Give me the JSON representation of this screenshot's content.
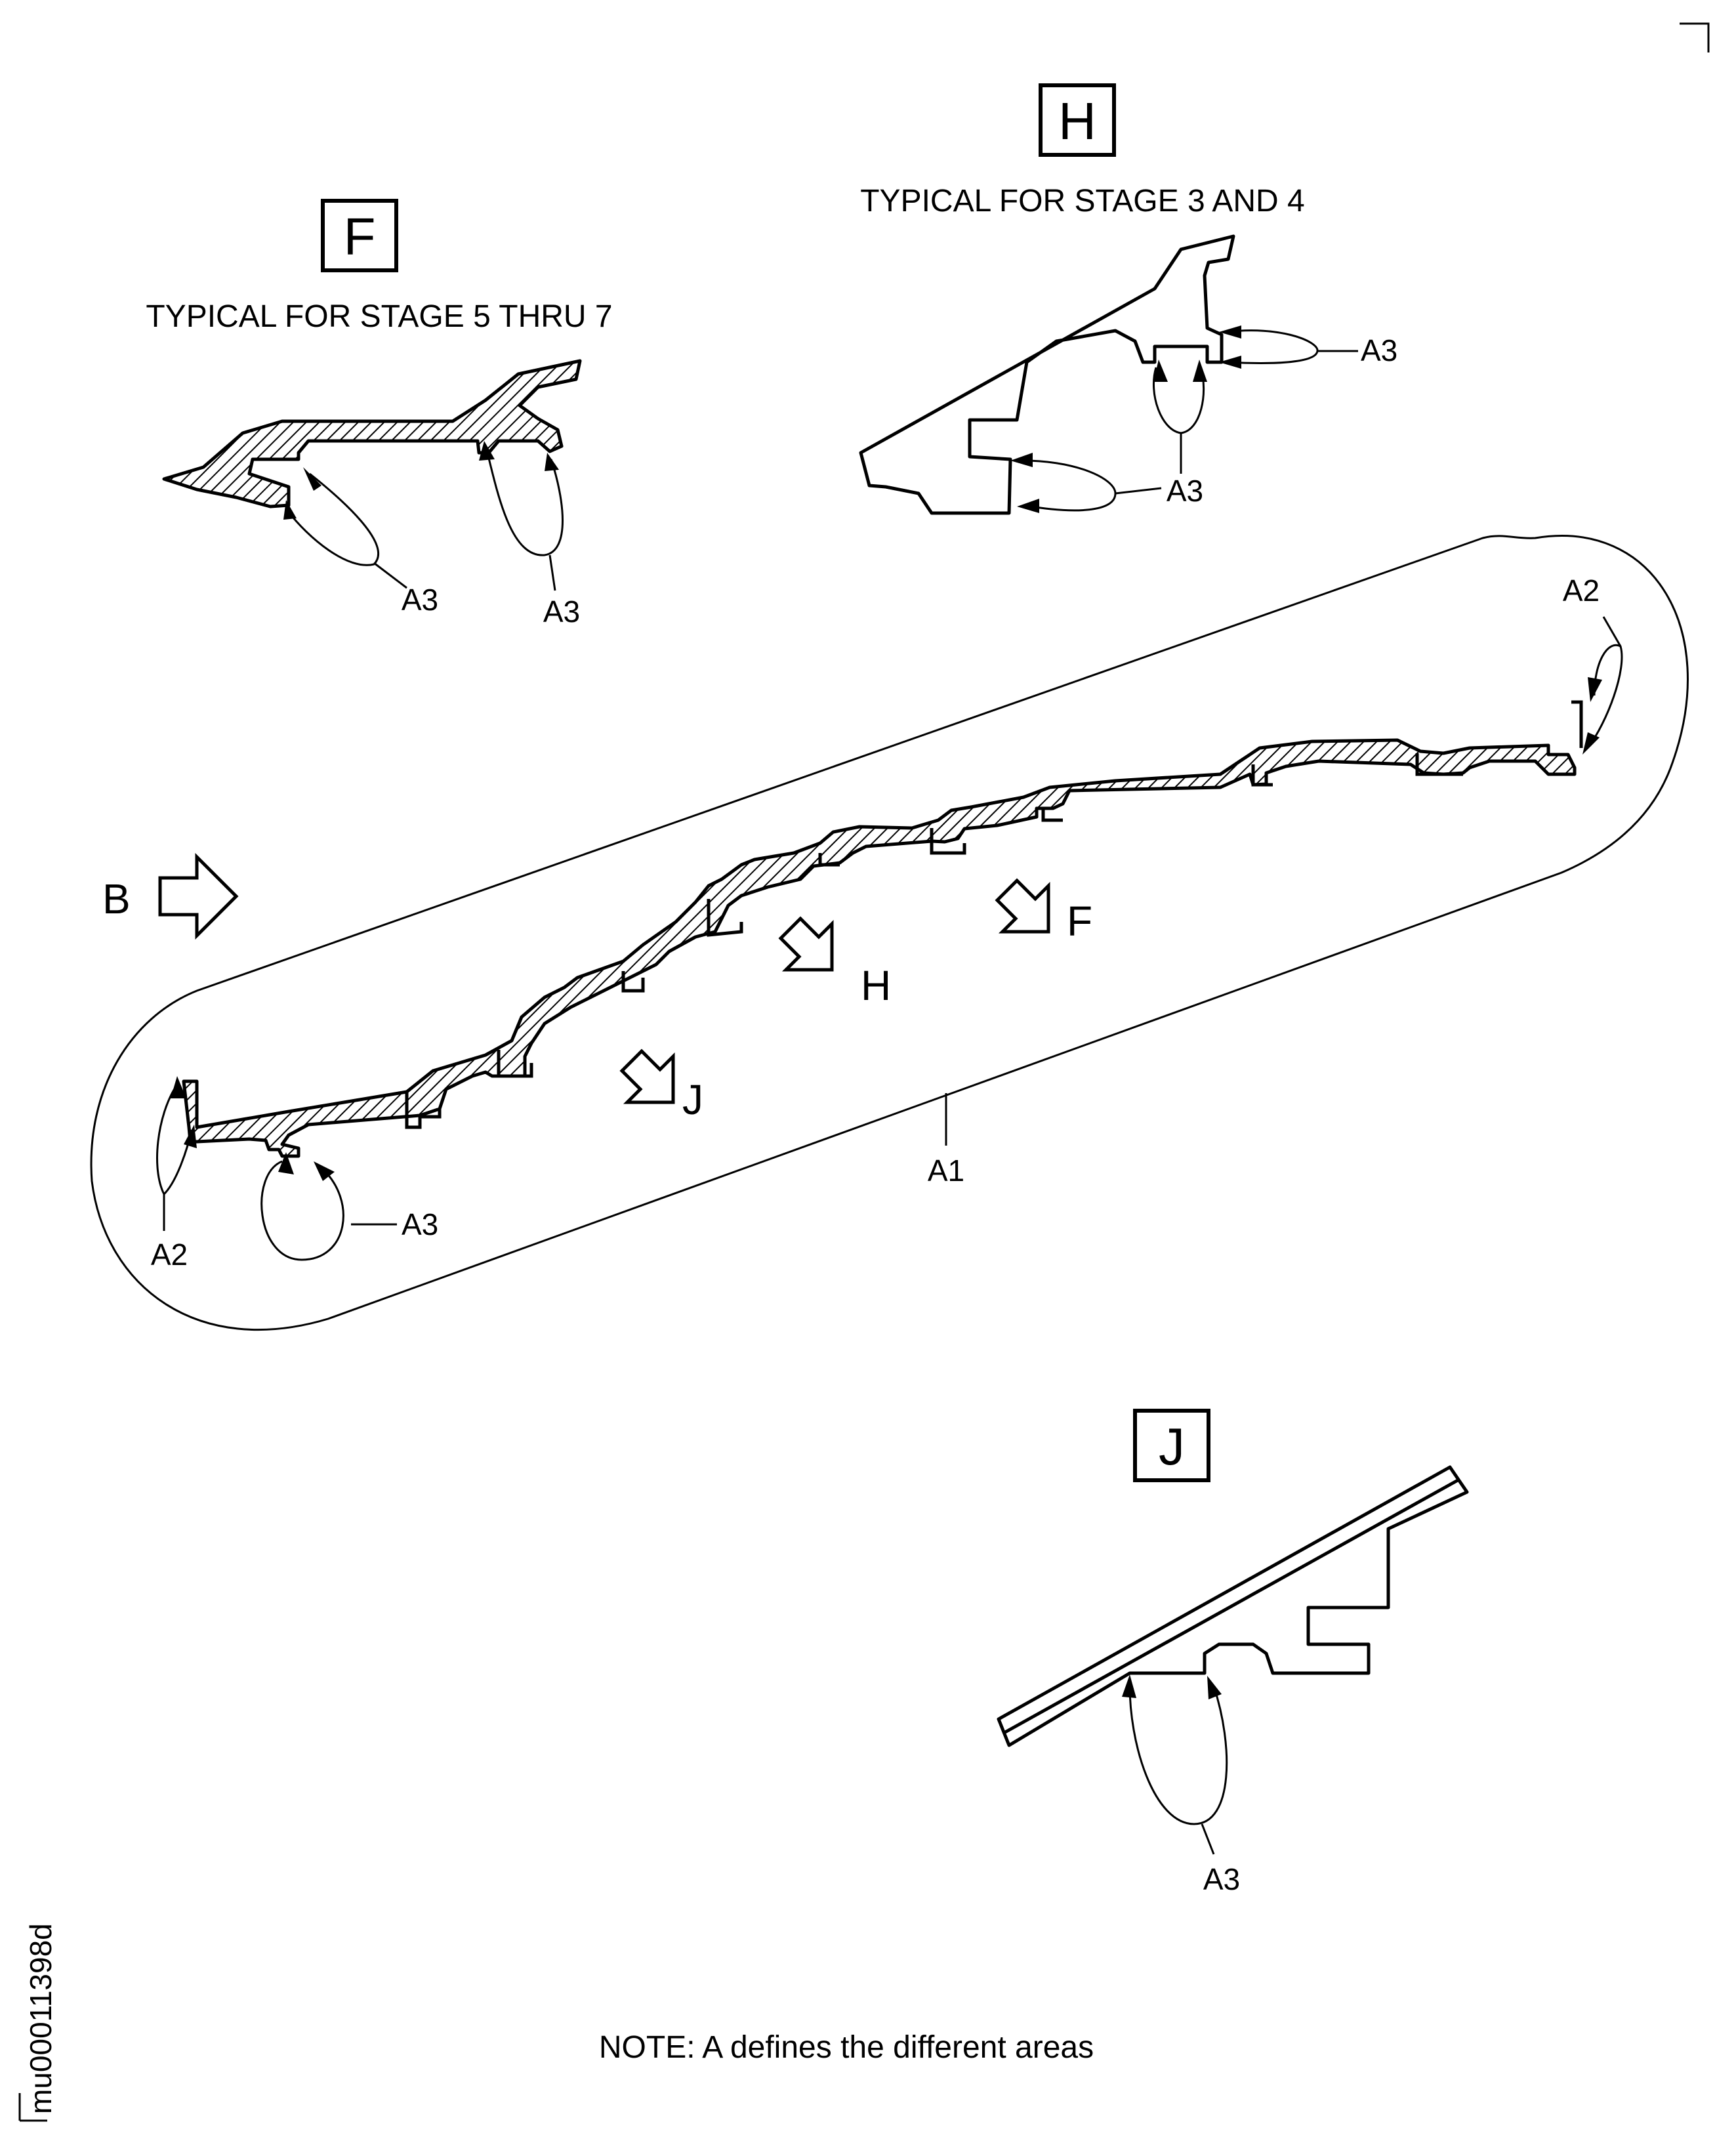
{
  "views": {
    "f": {
      "letter": "F",
      "caption": "TYPICAL FOR STAGE 5 THRU 7",
      "callout_left": "A3",
      "callout_right": "A3"
    },
    "h": {
      "letter": "H",
      "caption": "TYPICAL FOR STAGE 3 AND 4",
      "callout_top": "A3",
      "callout_bottom": "A3"
    },
    "j": {
      "letter": "J",
      "callout": "A3"
    }
  },
  "main": {
    "area_a1": "A1",
    "area_a2_left": "A2",
    "area_a2_right": "A2",
    "area_a3": "A3",
    "view_arrow_b": "B",
    "view_arrow_h": "H",
    "view_arrow_f": "F",
    "view_arrow_j": "J"
  },
  "note": "NOTE: A defines the different areas",
  "figure_id": "mu00011398d",
  "colors": {
    "ink": "#000000",
    "paper": "#ffffff"
  }
}
